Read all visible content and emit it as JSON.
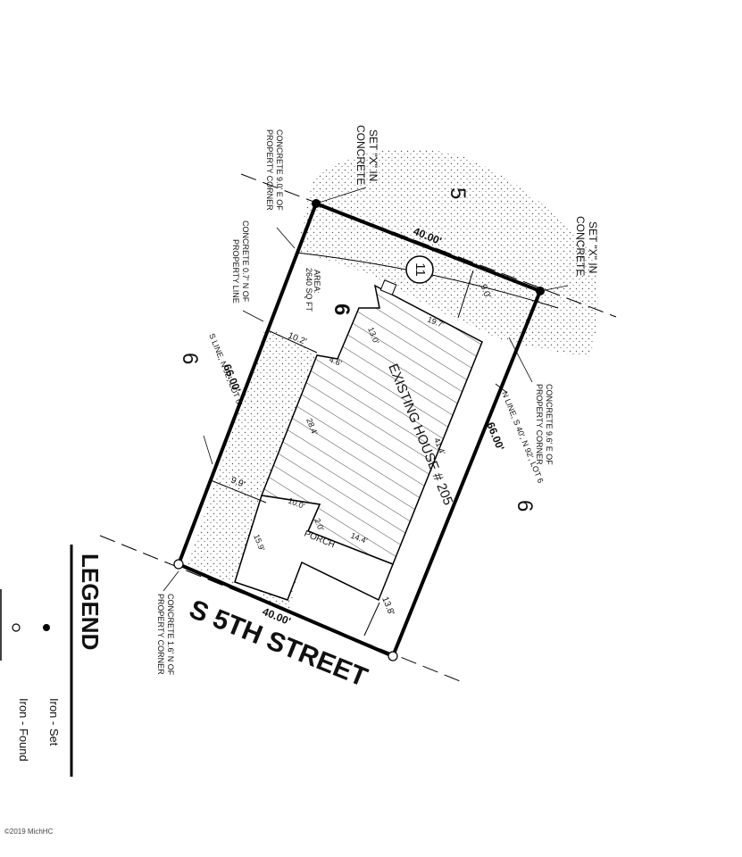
{
  "survey": {
    "street_name": "S 5TH STREET",
    "lot_numbers": {
      "lot_subject": "6",
      "lot_east": "6",
      "lot_west": "6",
      "lot_north": "5"
    },
    "parcel_number": "11",
    "area_label": "AREA:",
    "area_value": "2640 SQ FT",
    "house_label": "EXISTING HOUSE # 205",
    "porch_label": "PORCH",
    "dimensions": {
      "top_boundary": "40.00'",
      "bottom_boundary": "40.00'",
      "west_boundary": "66.00'",
      "east_boundary": "66.00'",
      "west_line": "S LINE, N 92', LOT 6",
      "east_line": "N LINE, S 40', N 92', LOT 6",
      "setback_west": "10.2'",
      "setback_west_lower": "9.9'",
      "setback_north": "9.0'",
      "setback_south": "13.8'",
      "house_north": "19.7'",
      "house_notch": "13.0'",
      "house_notch_w": "4.6'",
      "house_west": "28.4'",
      "house_east": "41.4'",
      "porch_top": "10.0'",
      "porch_step": "2.0'",
      "porch_width": "14.4'",
      "porch_depth": "15.9'"
    },
    "notes": {
      "set_x_top_line1": "SET \"X\" IN",
      "set_x_top_line2": "CONCRETE",
      "set_x_right_line1": "SET \"X\" IN",
      "set_x_right_line2": "CONCRETE",
      "concrete_top_line1": "CONCRETE 9.0' E OF",
      "concrete_top_line2": "PROPERTY CORNER",
      "concrete_west_line1": "CONCRETE 0.7' N OF",
      "concrete_west_line2": "PROPERTY LINE",
      "concrete_east_line1": "CONCRETE 9.6' E OF",
      "concrete_east_line2": "PROPERTY CORNER",
      "concrete_south_line1": "CONCRETE 1.6' N OF",
      "concrete_south_line2": "PROPERTY CORNER"
    }
  },
  "legend": {
    "title": "LEGEND",
    "items": [
      {
        "symbol": "filled-circle",
        "label": "Iron - Set"
      },
      {
        "symbol": "open-circle",
        "label": "Iron - Found"
      }
    ]
  },
  "copyright": "©2019 MichHC"
}
